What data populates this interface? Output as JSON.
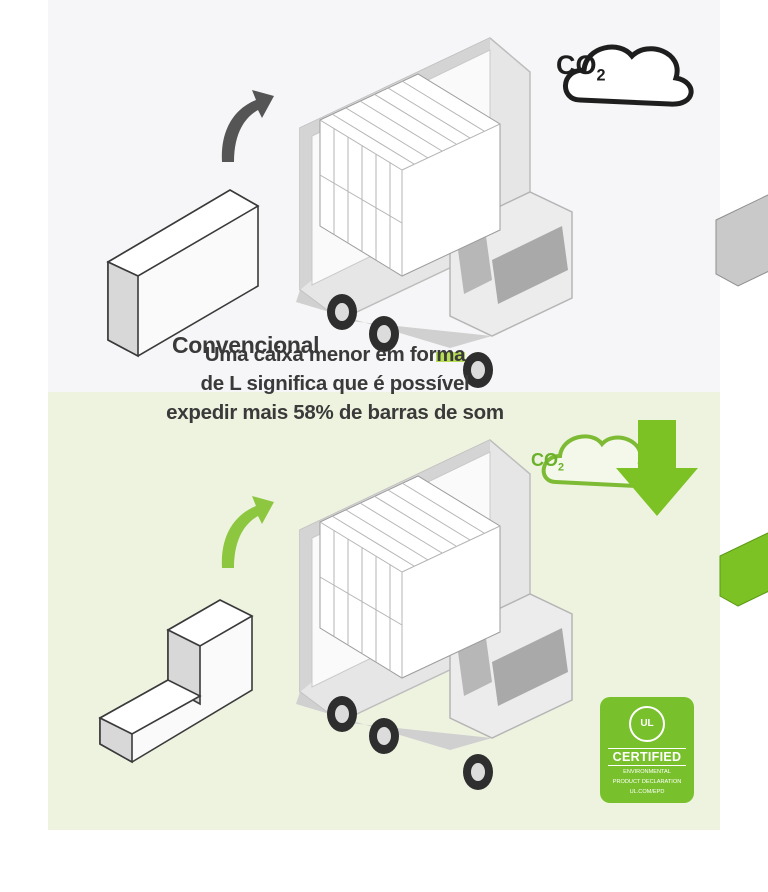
{
  "top": {
    "caption": "Convencional",
    "cloud_label": "CO",
    "cloud_sub": "2"
  },
  "bottom": {
    "caption_line1_a": "Uma caixa menor em for",
    "caption_line1_b": "ma",
    "caption_line2": "de L significa que é possível",
    "caption_line3": "expedir mais 58% de barras de som",
    "cloud_label": "CO",
    "cloud_sub": "2"
  },
  "badge": {
    "mark": "UL",
    "certified": "CERTIFIED",
    "line1": "ENVIRONMENTAL",
    "line2": "PRODUCT DECLARATION",
    "line3": "UL.COM/EPD"
  },
  "colors": {
    "accent_green": "#8dc63f",
    "highlight": "#b7dd57",
    "top_bg": "#f6f6f8",
    "bottom_bg": "#eef3e0"
  }
}
